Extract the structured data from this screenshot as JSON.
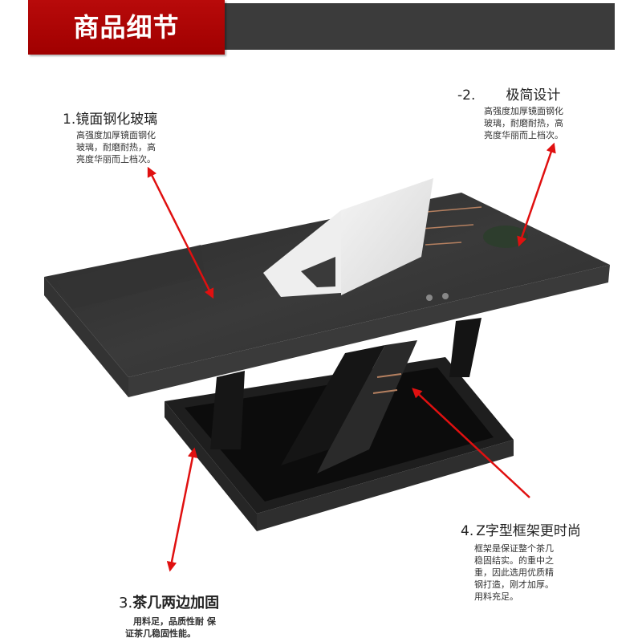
{
  "header": {
    "title": "商品细节",
    "accent_color": "#b00000",
    "bar_color": "#3b3b3b"
  },
  "product": {
    "name": "black-glass-coffee-table",
    "image_description": "Black tempered glass coffee table with Z-shaped frame and laptop on top"
  },
  "callouts": [
    {
      "number": "1.",
      "title": "镜面钢化玻璃",
      "desc_lines": [
        "高强度加厚镜面钢化",
        "玻璃，耐磨耐热，高",
        "亮度华丽而上档次。"
      ]
    },
    {
      "number": "-2.",
      "title": "极简设计",
      "desc_lines": [
        "高强度加厚镜面钢化",
        "玻璃，耐磨耐热，高",
        "亮度华丽而上档次。"
      ]
    },
    {
      "number": "3.",
      "title": "茶几两边加固",
      "desc_lines": [
        "用料足，品质性耐  保",
        "证茶几稳固性能。"
      ]
    },
    {
      "number": "4.",
      "title": "Z字型框架更时尚",
      "desc_lines": [
        "框架是保证整个茶几",
        "稳固结实。的重中之",
        "重，因此选用优质精",
        "钢打造，刚才加厚。",
        "用料充足。"
      ]
    }
  ],
  "arrow_color": "#e01010"
}
